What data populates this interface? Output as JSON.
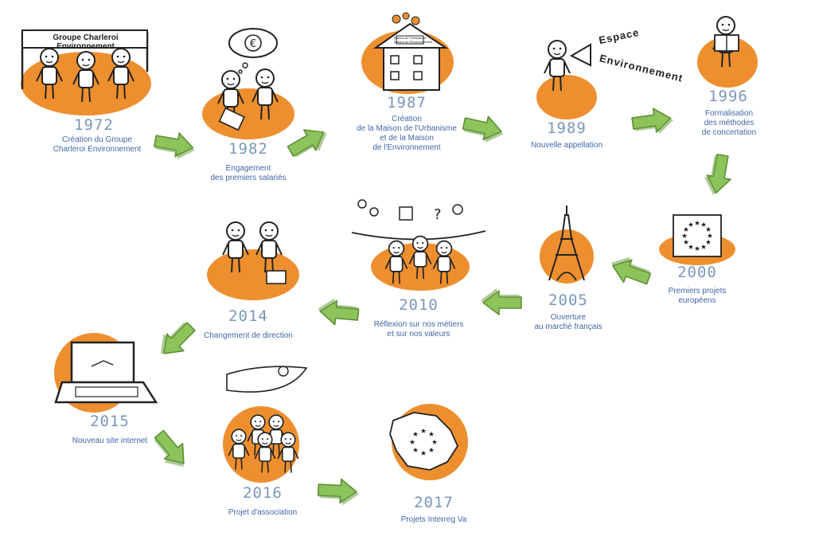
{
  "banner": "Groupe Charleroi Environnement",
  "shout": [
    "Espace",
    "Environnement"
  ],
  "house_sign": [
    "Maison de l'Urbanisme",
    "Maison de l'Environnement"
  ],
  "colors": {
    "orange": "#ee8f2f",
    "green": "#8cc35a",
    "green_dark": "#5f8f36",
    "year": "#7a97b8",
    "caption": "#3f67a6",
    "ink": "#222222"
  },
  "milestones": [
    {
      "year": "1972",
      "caption": [
        "Création du Groupe",
        "Charleroi Environnement"
      ],
      "icon": "three-people-banner-icon"
    },
    {
      "year": "1982",
      "caption": [
        "Engagement",
        "des premiers salariés"
      ],
      "icon": "handshake-money-icon"
    },
    {
      "year": "1987",
      "caption": [
        "Création",
        "de la Maison de l'Urbanisme",
        "et de la Maison",
        "de l'Environnement"
      ],
      "icon": "house-icon"
    },
    {
      "year": "1989",
      "caption": [
        "Nouvelle appellation"
      ],
      "icon": "megaphone-person-icon"
    },
    {
      "year": "1996",
      "caption": [
        "Formalisation",
        "des méthodes",
        "de concertation"
      ],
      "icon": "reading-person-icon"
    },
    {
      "year": "2000",
      "caption": [
        "Premiers projets",
        "européens"
      ],
      "icon": "eu-flag-icon"
    },
    {
      "year": "2005",
      "caption": [
        "Ouverture",
        "au marché français"
      ],
      "icon": "eiffel-tower-icon"
    },
    {
      "year": "2010",
      "caption": [
        "Réflexion sur nos métiers",
        "et sur nos valeurs"
      ],
      "icon": "thinking-group-icon"
    },
    {
      "year": "2014",
      "caption": [
        "Changement de direction"
      ],
      "icon": "two-people-briefcase-icon"
    },
    {
      "year": "2015",
      "caption": [
        "Nouveau site internet"
      ],
      "icon": "laptop-icon"
    },
    {
      "year": "2016",
      "caption": [
        "Projet d'association"
      ],
      "icon": "group-of-people-icon"
    },
    {
      "year": "2017",
      "caption": [
        "Projets Interreg Va"
      ],
      "icon": "region-map-eu-stars-icon"
    }
  ]
}
